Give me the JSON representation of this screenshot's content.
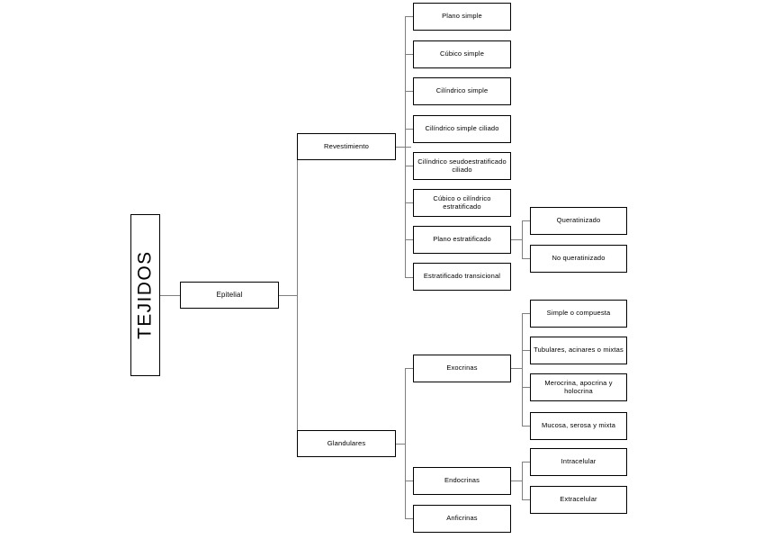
{
  "diagram": {
    "title": "TEJIDOS",
    "root": {
      "label": "TEJIDOS"
    },
    "level1": [
      {
        "label": "Epitelial"
      }
    ],
    "level2": [
      {
        "label": "Revestimiento"
      },
      {
        "label": "Glandulares"
      }
    ],
    "revestimiento_children": [
      {
        "label": "Plano simple"
      },
      {
        "label": "Cúbico simple"
      },
      {
        "label": "Cilíndrico simple"
      },
      {
        "label": "Cilíndrico simple ciliado"
      },
      {
        "label": "Cilíndrico seudoestratificado ciliado"
      },
      {
        "label": "Cúbico o cilíndrico estratificado"
      },
      {
        "label": "Plano estratificado"
      },
      {
        "label": "Estratificado transicional"
      }
    ],
    "plano_estratificado_children": [
      {
        "label": "Queratinizado"
      },
      {
        "label": "No queratinizado"
      }
    ],
    "glandulares_children": [
      {
        "label": "Exocrinas"
      },
      {
        "label": "Endocrinas"
      },
      {
        "label": "Anficrinas"
      }
    ],
    "exocrinas_children": [
      {
        "label": "Simple o compuesta"
      },
      {
        "label": "Tubulares, acinares o mixtas"
      },
      {
        "label": "Merocrina, apocrina y holocrina"
      },
      {
        "label": "Mucosa, serosa y mixta"
      }
    ],
    "endocrinas_children": [
      {
        "label": "Intracelular"
      },
      {
        "label": "Extracelular"
      }
    ],
    "colors": {
      "node_border": "#000000",
      "connector": "#7f7f7f",
      "background": "#ffffff",
      "text": "#000000"
    }
  }
}
